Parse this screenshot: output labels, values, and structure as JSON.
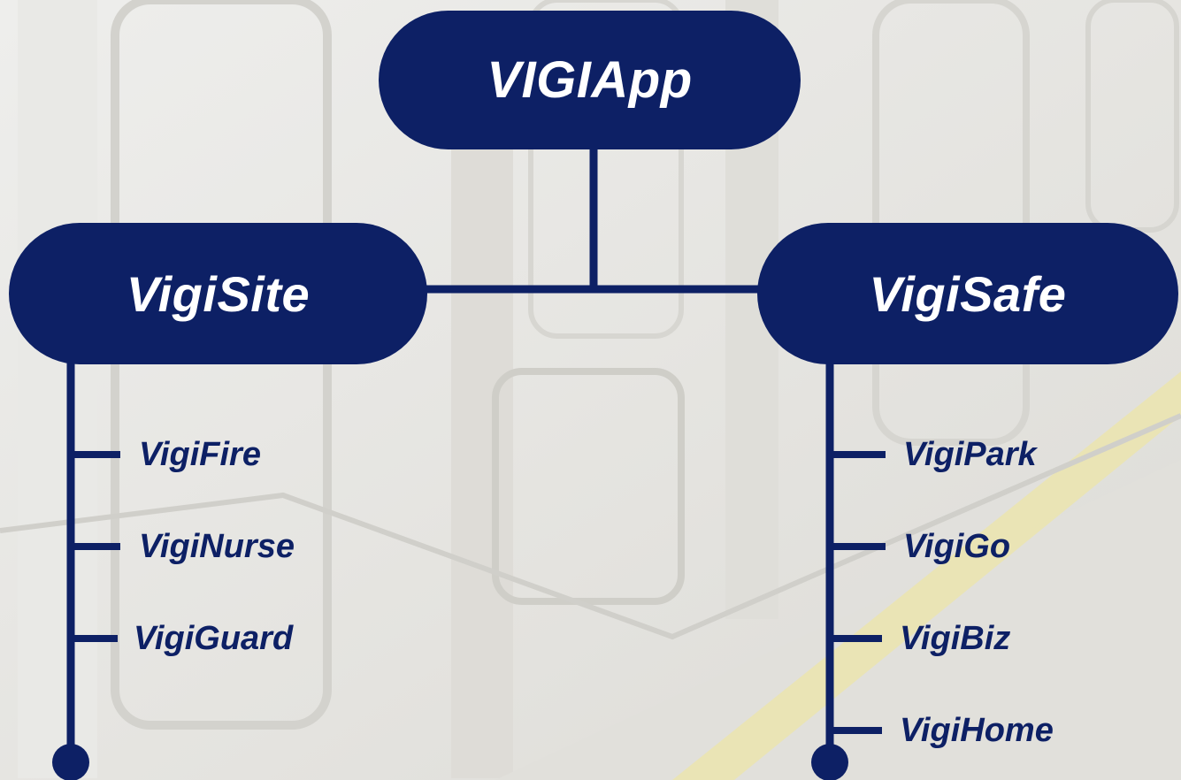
{
  "colors": {
    "primary": "#0d2065",
    "text_on_primary": "#ffffff",
    "background": "#e6e5e1"
  },
  "root": {
    "label": "VIGIApp"
  },
  "branches": [
    {
      "label": "VigiSite",
      "items": [
        "VigiFire",
        "VigiNurse",
        "VigiGuard"
      ]
    },
    {
      "label": "VigiSafe",
      "items": [
        "VigiPark",
        "VigiGo",
        "VigiBiz",
        "VigiHome"
      ]
    }
  ]
}
